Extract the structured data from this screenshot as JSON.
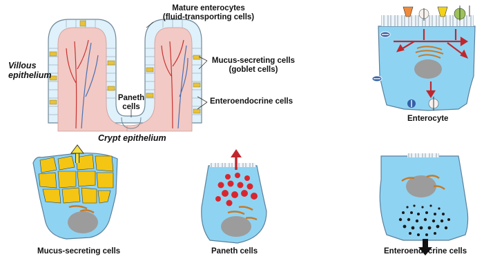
{
  "colors": {
    "cell_fill": "#8fd3f2",
    "cell_edge": "#5a7f9a",
    "nucleus": "#9c9c9c",
    "villus_core": "#f2c9c4",
    "vessel_red": "#c8302e",
    "vessel_blue": "#4a6fb0",
    "mucus": "#f4c512",
    "golgi": "#c67a2a",
    "paneth_granule": "#d8262f",
    "arrow_red": "#c0272d",
    "endocrine_granule": "#1a1a1a",
    "transporter_orange": "#f08a3a",
    "transporter_yellow": "#f2d21a",
    "transporter_green": "#9cc25a",
    "channel_blue": "#3460a8"
  },
  "labels": {
    "mature_enterocytes": "Mature enterocytes",
    "fluid_transporting": "(fluid-transporting cells)",
    "villous": "Villous",
    "epithelium": "epithelium",
    "mucus_secreting": "Mucus-secreting cells",
    "goblet": "(goblet cells)",
    "paneth": "Paneth",
    "paneth_cells_word": "cells",
    "enteroendocrine": "Enteroendocrine cells",
    "crypt_epithelium": "Crypt epithelium",
    "enterocyte": "Enterocyte",
    "caption_mucus": "Mucus-secreting cells",
    "caption_paneth": "Paneth cells",
    "caption_enteroendocrine": "Enteroendocrine cells"
  }
}
